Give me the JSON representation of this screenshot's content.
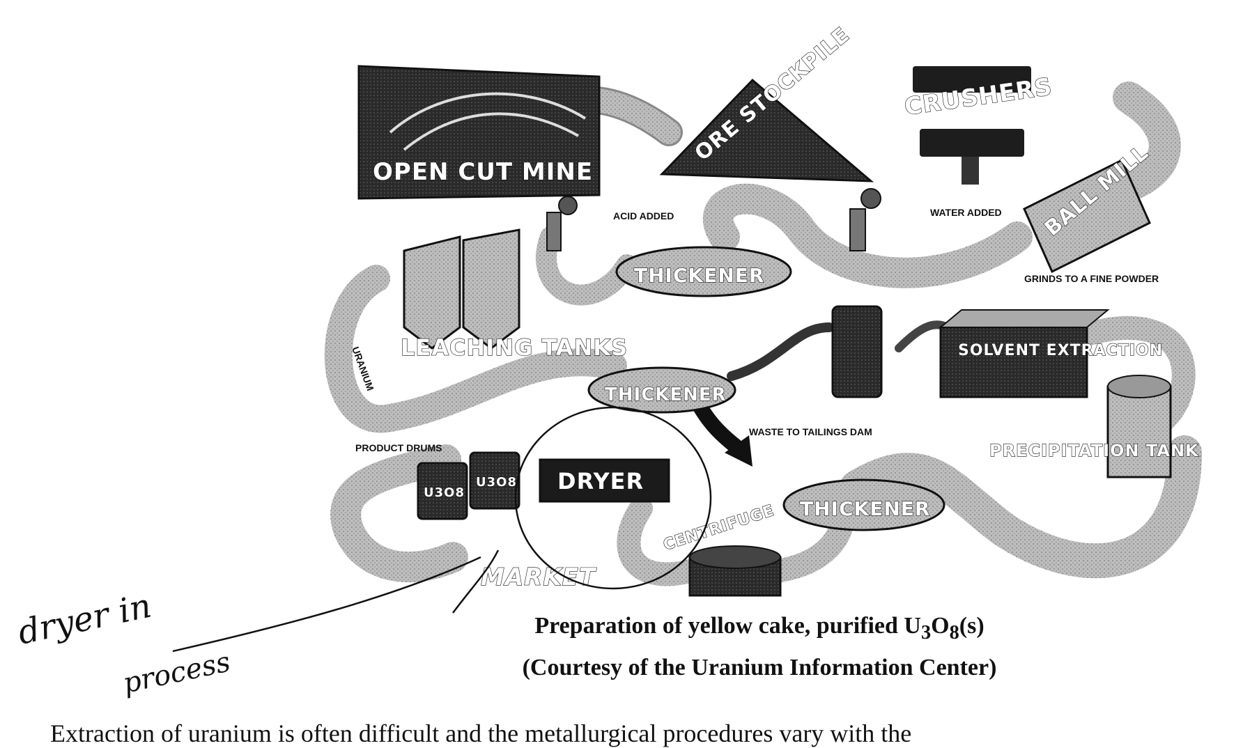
{
  "diagram": {
    "stages": {
      "mine": "OPEN CUT MINE",
      "stockpile": "ORE STOCKPILE",
      "crushers": "CRUSHERS",
      "ball_mill": "BALL MILL",
      "thickener_1": "THICKENER",
      "leaching": "LEACHING TANKS",
      "thickener_2": "THICKENER",
      "solvent": "SOLVENT EXTRACTION",
      "precipitation": "PRECIPITATION TANK",
      "thickener_3": "THICKENER",
      "centrifuge": "CENTRIFUGE",
      "dryer": "DRYER",
      "market": "MARKET",
      "drum_a": "U3O8",
      "drum_b": "U3O8"
    },
    "notes": {
      "acid": "ACID ADDED",
      "water": "WATER ADDED",
      "grinds": "GRINDS TO A FINE POWDER",
      "waste": "WASTE TO TAILINGS DAM",
      "drums": "PRODUCT DRUMS",
      "uranium_flow": "URANIUM"
    }
  },
  "caption": {
    "line1_prefix": "Preparation of yellow cake, purified U",
    "sub1": "3",
    "mid": "O",
    "sub2": "8",
    "line1_suffix": "(s)",
    "line2": "(Courtesy of the Uranium Information Center)"
  },
  "annotation": {
    "word1": "dryer in",
    "word2": "process"
  },
  "body": {
    "text": "Extraction of uranium is often difficult and the metallurgical procedures vary with the"
  }
}
